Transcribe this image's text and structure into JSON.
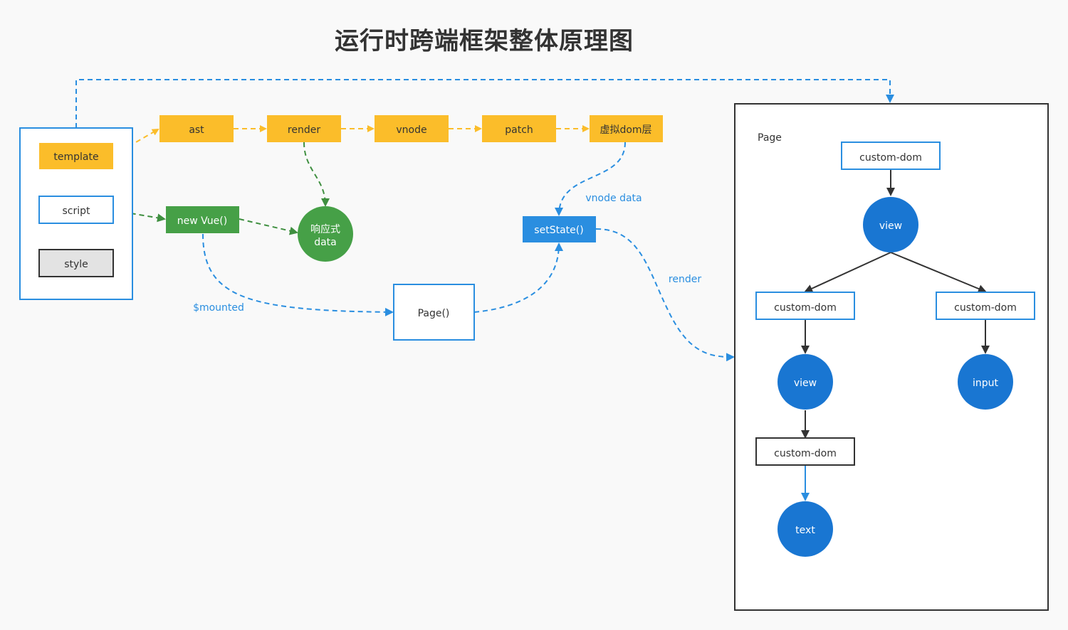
{
  "title": "运行时跨端框架整体原理图",
  "component": {
    "template": "template",
    "script": "script",
    "style": "style"
  },
  "pipeline": [
    "ast",
    "render",
    "vnode",
    "patch",
    "虚拟dom层"
  ],
  "new_vue": "new Vue()",
  "reactive_data": [
    "响应式",
    "data"
  ],
  "set_state": "setState()",
  "page_fn": "Page()",
  "edges": {
    "mounted": "$mounted",
    "vnode_data": "vnode data",
    "render": "render"
  },
  "page_panel": {
    "label": "Page",
    "root": "custom-dom",
    "view_1": "view",
    "left_dom": "custom-dom",
    "right_dom": "custom-dom",
    "view_2": "view",
    "input": "input",
    "bottom_dom": "custom-dom",
    "text": "text"
  },
  "colors": {
    "yellow": "#fbbd2a",
    "green": "#46a047",
    "blue_accent": "#2a8ee0",
    "node_blue": "#1976d2",
    "dark": "#333333"
  }
}
